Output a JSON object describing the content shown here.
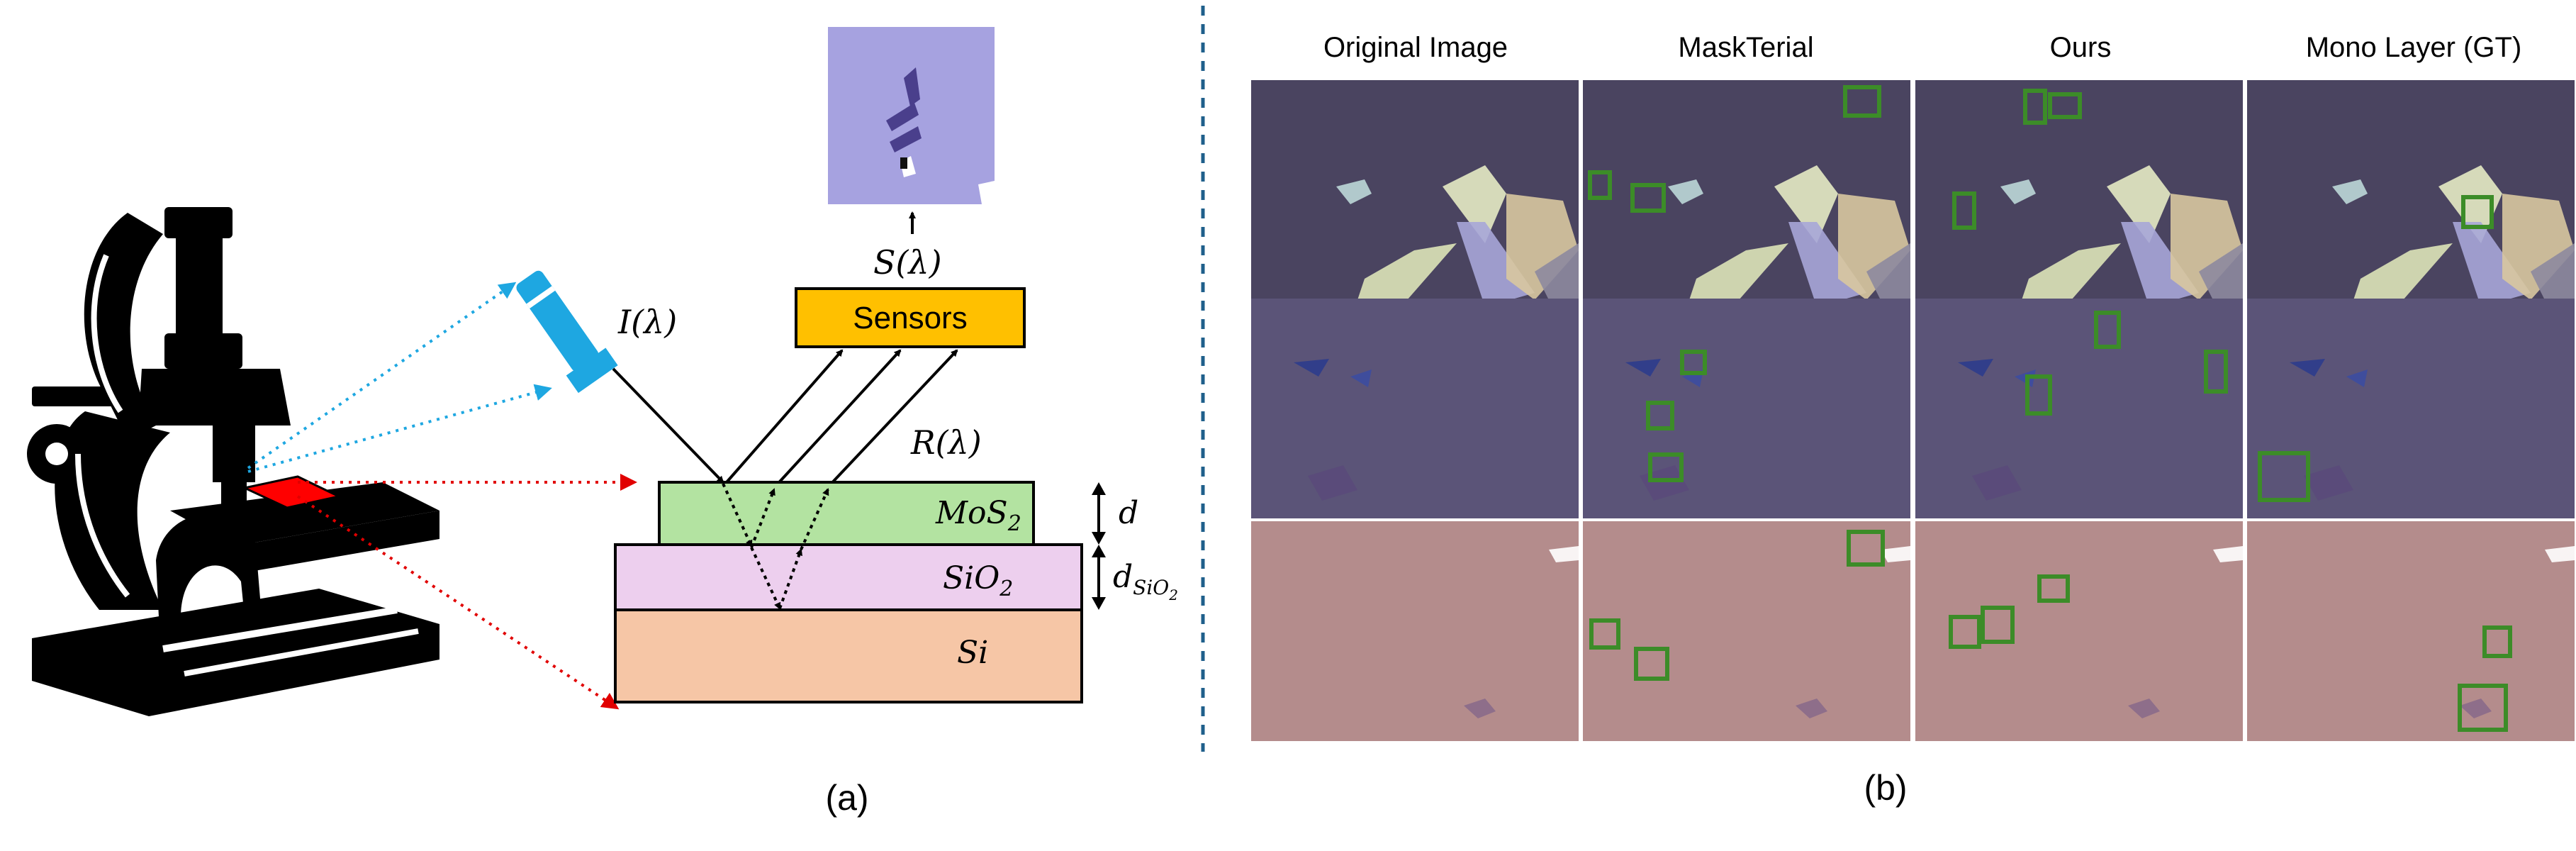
{
  "panel_a": {
    "caption": "(a)",
    "light_label": "I(λ)",
    "reflect_label": "R(λ)",
    "signal_label": "S(λ)",
    "sensors_label": "Sensors",
    "layer_mos2_main": "MoS",
    "layer_mos2_sub": "2",
    "layer_sio2_main": "SiO",
    "layer_sio2_sub": "2",
    "layer_si": "Si",
    "thickness_mos2": "d",
    "thickness_sio2_main": "d",
    "thickness_sio2_sub": "SiO",
    "thickness_sio2_subsub": "2",
    "colors": {
      "sensors": "#ffc000",
      "mos2": "#b3e3a1",
      "sio2": "#edcfee",
      "si": "#f6c6a6",
      "torch": "#1ea7e1",
      "sample": "#ff0000",
      "light_ray": "#1ea7e1",
      "sample_ray": "#e10000"
    },
    "icons": [
      "microscope-icon",
      "flashlight-icon",
      "sample-red-icon"
    ]
  },
  "panel_b": {
    "caption": "(b)",
    "columns": [
      "Original Image",
      "MaskTerial",
      "Ours",
      "Mono Layer (GT)"
    ],
    "rows": [
      {
        "background": "#4a4460"
      },
      {
        "background": "#5b5478"
      },
      {
        "background": "#b48c8c"
      }
    ],
    "box_color": "#3c8c28"
  }
}
